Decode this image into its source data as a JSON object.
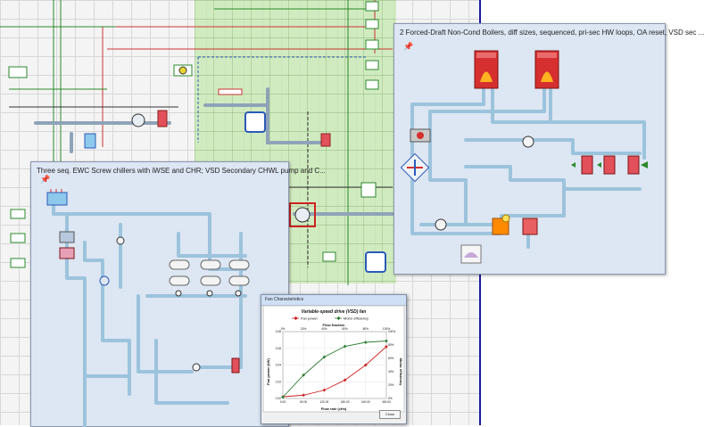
{
  "panels": {
    "boilers": {
      "title": "2 Forced-Draft Non-Cond Boilers, diff sizes, sequenced, pri-sec HW loops, OA reset, VSD sec ..."
    },
    "chillers": {
      "title": "Three seq. EWC Screw chillers with iWSE and CHR; VSD Secondary CHWL pump and C..."
    }
  },
  "dialog": {
    "window_title": "Fan Characteristics",
    "close_label": "Close"
  },
  "colors": {
    "grid_bg": "#f4f4f4",
    "green_zone": "#c6e8b0",
    "panel_bg": "#dde6f3",
    "pipe": "#9cc3dc",
    "fan_power": "#cc2222",
    "motor_efficiency": "#2e7d32",
    "page_border": "#1a1aa0"
  },
  "chart_data": {
    "type": "line",
    "title": "Variable-speed drive (VSD) fan",
    "xlabel": "Flow rate (cfm)",
    "x2label": "Flow fraction",
    "ylabel": "Fan power (kW)",
    "y2label": "Motor efficiency",
    "x": [
      0,
      60,
      120,
      180,
      240,
      300
    ],
    "x_ticks": [
      "0.00",
      "60.00",
      "120.00",
      "180.00",
      "240.00",
      "300.00"
    ],
    "x2_ticks": [
      "0%",
      "20%",
      "40%",
      "60%",
      "80%",
      "100%"
    ],
    "y_ticks": [
      "0.00",
      "0.02",
      "0.04",
      "0.06",
      "0.08"
    ],
    "y2_ticks": [
      "0%",
      "20%",
      "40%",
      "60%",
      "80%",
      "100%"
    ],
    "ylim": [
      0,
      0.08
    ],
    "y2lim": [
      0,
      100
    ],
    "xlim": [
      0,
      300
    ],
    "legend_position": "top",
    "series": [
      {
        "name": "Fan power",
        "axis": "left",
        "color": "#cc2222",
        "marker": "diamond",
        "values": [
          0.002,
          0.004,
          0.01,
          0.022,
          0.04,
          0.062
        ]
      },
      {
        "name": "Motor efficiency",
        "axis": "right",
        "color": "#2e7d32",
        "marker": "diamond",
        "values": [
          2,
          35,
          62,
          78,
          84,
          86
        ]
      }
    ]
  }
}
